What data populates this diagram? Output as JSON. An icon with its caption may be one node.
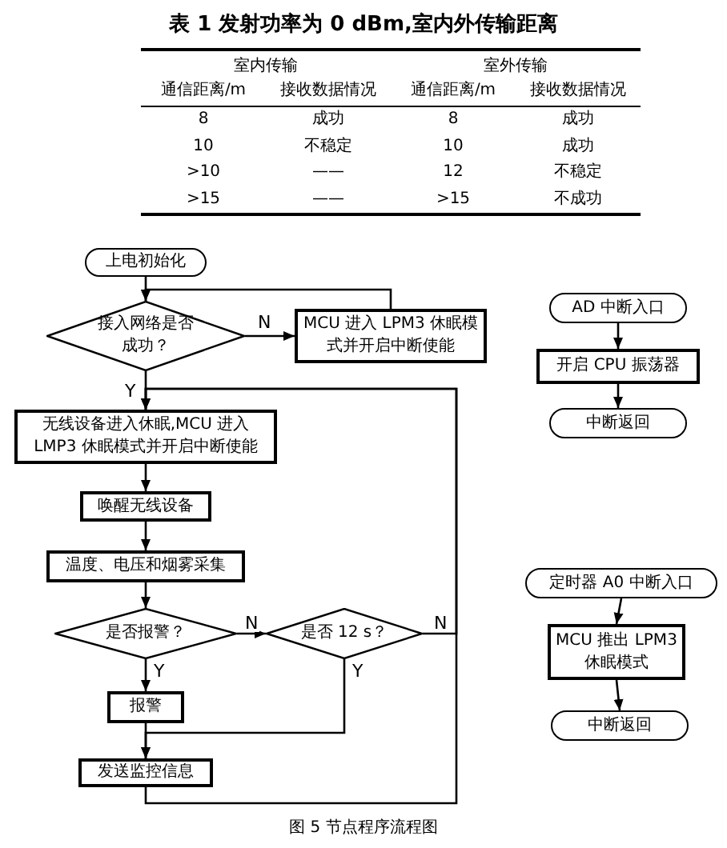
{
  "diagram": {
    "caption": "图 5 节点程序流程图",
    "nodes": [
      {
        "text": [
          "上电初始化"
        ]
      },
      {
        "text": [
          "接入网络是否成功？"
        ]
      },
      {
        "text": [
          "MCU 进入 LPM3 休眠模式并开启中断使能"
        ]
      },
      {
        "text": [
          "无线设备进入休眠,MCU 进入 LMP3 休眠模式并开启中断使能"
        ]
      },
      {
        "text": [
          "唤醒无线设备"
        ]
      },
      {
        "text": [
          "温度、电压和烟雾采集"
        ]
      },
      {
        "text": [
          "是否报警？"
        ]
      },
      {
        "text": [
          "是否 12 s？"
        ]
      },
      {
        "text": [
          "报警"
        ]
      },
      {
        "text": [
          "发送监控信息"
        ]
      },
      {
        "text": [
          "AD 中断入口"
        ]
      },
      {
        "text": [
          "开启 CPU 振荡器"
        ]
      },
      {
        "text": [
          "中断返回"
        ]
      },
      {
        "text": [
          "定时器 A0 中断入口"
        ]
      },
      {
        "text": [
          "MCU 推出 LPM3 休眠模式"
        ]
      },
      {
        "text": [
          "中断返回"
        ]
      }
    ],
    "edges": [
      {
        "from": 0,
        "to": 1,
        "arrow": "to"
      },
      {
        "from": 2,
        "to": 1,
        "arrow": "to"
      },
      {
        "from": 1,
        "to": 2,
        "arrow": "to",
        "label": "N"
      },
      {
        "from": 1,
        "to": 3,
        "arrow": "to",
        "label": "Y"
      },
      {
        "from": 3,
        "to": 4,
        "arrow": "to"
      },
      {
        "from": 4,
        "to": 5,
        "arrow": "to"
      },
      {
        "from": 5,
        "to": 6,
        "arrow": "to"
      },
      {
        "from": 6,
        "to": 7,
        "arrow": "to",
        "label": "N"
      },
      {
        "from": 7,
        "to": 3,
        "arrow": "to",
        "label": "N"
      },
      {
        "from": 6,
        "to": 8,
        "arrow": "to",
        "label": "Y"
      },
      {
        "from": 7,
        "to": 9,
        "arrow": "to",
        "label": "Y"
      },
      {
        "from": 8,
        "to": 9,
        "arrow": "to"
      },
      {
        "from": 9,
        "to": 3,
        "arrow": "to"
      },
      {
        "from": 10,
        "to": 11,
        "arrow": "to"
      },
      {
        "from": 11,
        "to": 12,
        "arrow": "to"
      },
      {
        "from": 13,
        "to": 14,
        "arrow": "to"
      },
      {
        "from": 14,
        "to": 15,
        "arrow": "to"
      }
    ],
    "labels": [
      "表 1 发射功率为 0 dBm,室内外传输距离",
      "室内传输",
      "室外传输",
      "通信距离/m",
      "接收数据情况",
      "通信距离/m",
      "接收数据情况",
      "8",
      "成功",
      "8",
      "成功",
      "10",
      "不稳定",
      "10",
      "成功",
      ">10",
      "——",
      "12",
      "不稳定",
      ">15",
      "——",
      ">15",
      "不成功"
    ]
  }
}
